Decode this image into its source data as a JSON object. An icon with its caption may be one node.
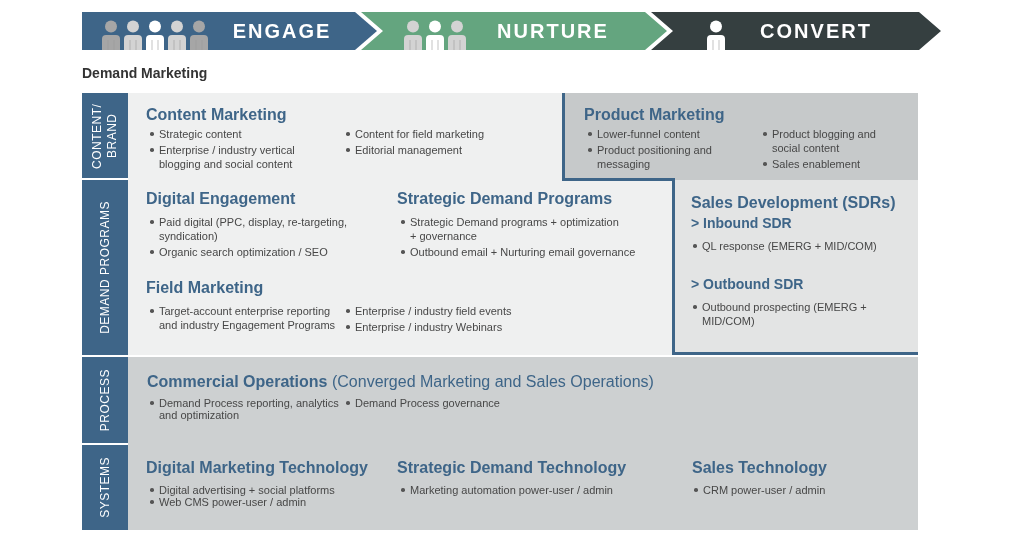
{
  "diagram": {
    "title": "Demand Marketing",
    "nodes": [
      {
        "text": [
          "ENGAGE"
        ]
      },
      {
        "text": [
          "NURTURE"
        ]
      },
      {
        "text": [
          "CONVERT"
        ]
      },
      {
        "text": [
          "CONTENT/ BRAND"
        ]
      },
      {
        "text": [
          "Content Marketing",
          "Strategic content",
          "Enterprise / industry vertical blogging and social content",
          "Content for field marketing",
          "Editorial management"
        ]
      },
      {
        "text": [
          "Product Marketing",
          "Lower-funnel content",
          "Product positioning and messaging",
          "Product blogging and social content",
          "Sales enablement"
        ]
      },
      {
        "text": [
          "DEMAND PROGRAMS"
        ]
      },
      {
        "text": [
          "Digital Engagement",
          "Paid digital (PPC, display, re-targeting, syndication)",
          "Organic search optimization / SEO"
        ]
      },
      {
        "text": [
          "Strategic Demand Programs",
          "Strategic Demand programs + optimization + governance",
          "Outbound email + Nurturing email governance"
        ]
      },
      {
        "text": [
          "Sales Development (SDRs)",
          "> Inbound SDR",
          "QL response (EMERG + MID/COM)",
          "> Outbound SDR",
          "Outbound prospecting (EMERG + MID/COM)"
        ]
      },
      {
        "text": [
          "Field Marketing",
          "Target-account enterprise reporting and industry Engagement Programs",
          "Enterprise / industry field events",
          "Enterprise / industry Webinars"
        ]
      },
      {
        "text": [
          "PROCESS"
        ]
      },
      {
        "text": [
          "**Commercial Operations** (Converged Marketing and Sales Operations)",
          "Demand Process reporting, analytics and optimization",
          "Demand Process governance"
        ]
      },
      {
        "text": [
          "SYSTEMS"
        ]
      },
      {
        "text": [
          "Digital Marketing Technology",
          "Digital advertising + social platforms",
          "Web CMS power-user / admin"
        ]
      },
      {
        "text": [
          "Strategic Demand Technology",
          "Marketing automation power-user / admin"
        ]
      },
      {
        "text": [
          "Sales Technology",
          "CRM power-user / admin"
        ]
      }
    ]
  }
}
